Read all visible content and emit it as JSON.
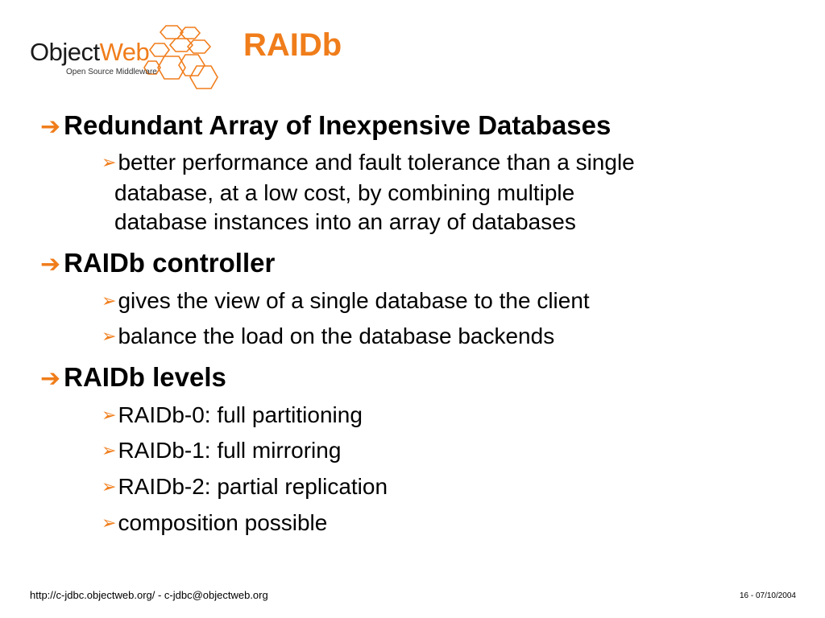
{
  "logo": {
    "part1": "Object",
    "part2": "Web",
    "tagline": "Open Source Middleware"
  },
  "slide": {
    "title": "RAIDb",
    "bullets": [
      {
        "text": "Redundant Array of Inexpensive Databases",
        "sub": [
          "better performance and fault tolerance than a single",
          "database, at a low cost, by combining multiple",
          "database instances into an array of databases"
        ]
      },
      {
        "text": "RAIDb controller",
        "sub": [
          "gives the view of a single database to the client",
          "balance the load on the database backends"
        ]
      },
      {
        "text": "RAIDb levels",
        "sub": [
          "RAIDb-0: full partitioning",
          "RAIDb-1: full mirroring",
          "RAIDb-2: partial replication",
          "composition possible"
        ]
      }
    ]
  },
  "footer": {
    "left": "http://c-jdbc.objectweb.org/ - c-jdbc@objectweb.org",
    "right": "16 - 07/10/2004"
  },
  "colors": {
    "accent": "#f07d1b",
    "text": "#000000"
  },
  "icons": {
    "level1": "right-arrow-icon",
    "level2": "triangle-bullet-icon"
  }
}
